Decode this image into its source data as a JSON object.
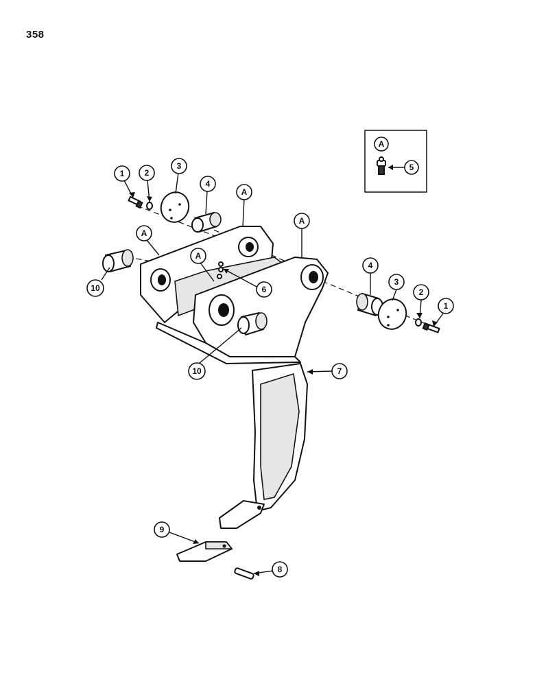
{
  "page_number": "358",
  "inset": {
    "callout_ref": "A",
    "callout_part": "5"
  },
  "callouts": {
    "c1_left": "1",
    "c2_left": "2",
    "c3_left": "3",
    "c4_left": "4",
    "cA_top": "A",
    "cA_left": "A",
    "cA_mid": "A",
    "cA_right": "A",
    "c6": "6",
    "c10_left": "10",
    "c10_bottom": "10",
    "c4_right": "4",
    "c3_right": "3",
    "c2_right": "2",
    "c1_right": "1",
    "c7": "7",
    "c9": "9",
    "c8": "8"
  }
}
